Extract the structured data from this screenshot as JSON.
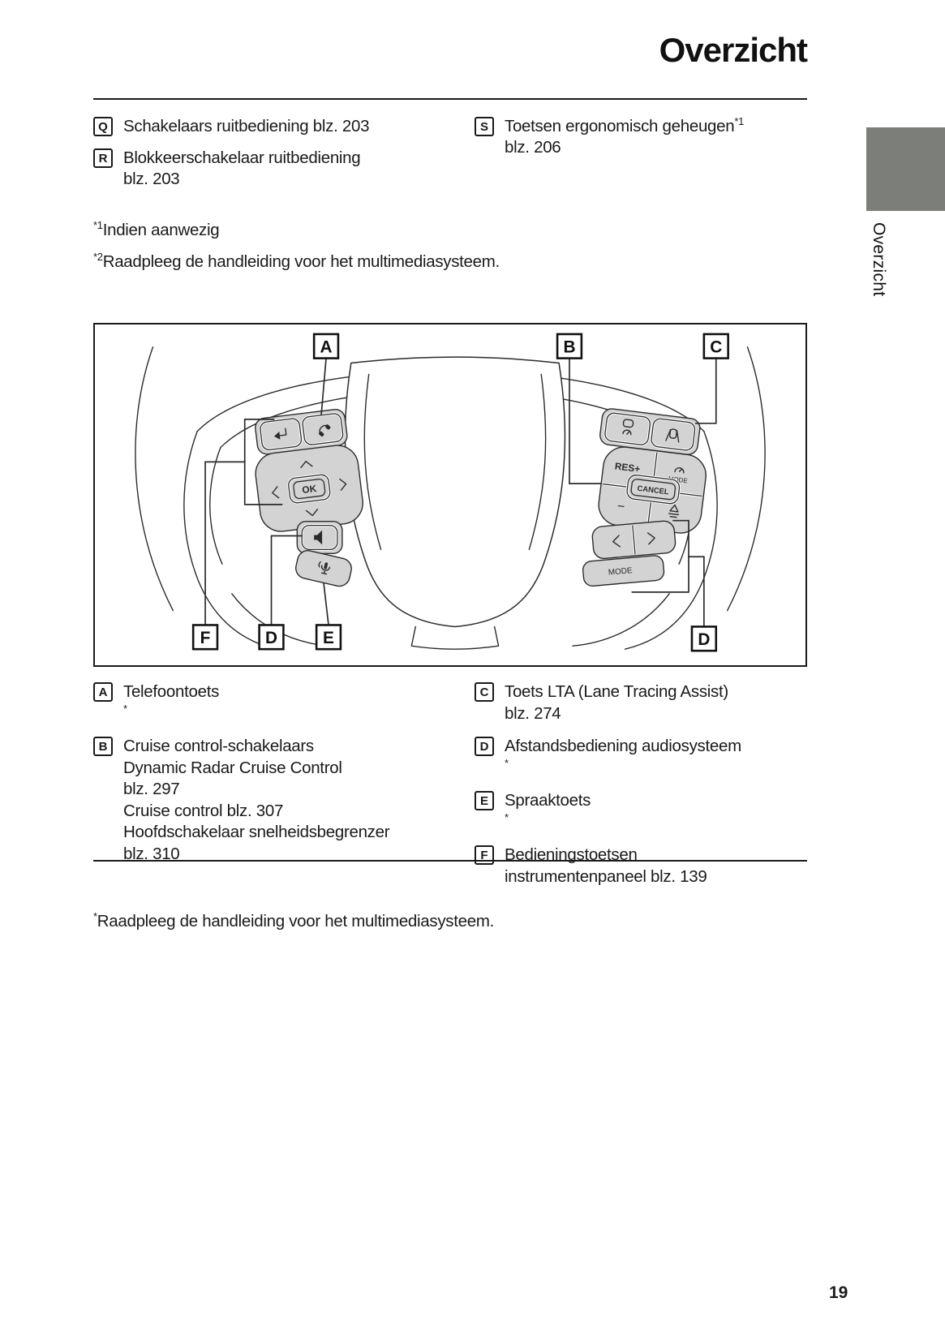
{
  "page": {
    "title": "Overzicht",
    "page_number": "19",
    "sidebar": {
      "label": "Overzicht",
      "tab_color": "#7b7e79"
    }
  },
  "header_items": {
    "q": {
      "marker": "Q",
      "text": "Schakelaars ruitbediening blz. 203"
    },
    "r": {
      "marker": "R",
      "line1": "Blokkeerschakelaar ruitbediening",
      "line2": "blz. 203"
    },
    "s": {
      "marker": "S",
      "line1": "Toetsen ergonomisch geheugen",
      "sup": "*1",
      "line2": "blz. 206"
    }
  },
  "footnotes": {
    "f1": {
      "sup": "*1",
      "text": "Indien aanwezig"
    },
    "f2": {
      "sup": "*2",
      "text": "Raadpleeg de handleiding voor het multimediasysteem."
    },
    "bottom": {
      "sup": "*",
      "text": "Raadpleeg de handleiding voor het multimediasysteem."
    }
  },
  "diagram": {
    "callouts": {
      "a": "A",
      "b": "B",
      "c": "C",
      "d": "D",
      "e": "E",
      "f": "F",
      "d2": "D"
    },
    "button_labels": {
      "ok": "OK",
      "res_plus": "RES+",
      "cancel": "CANCEL",
      "minus": "−",
      "mode_small": "MODE",
      "mode": "MODE"
    },
    "icons": {
      "back": "return-arrow",
      "phone": "handset",
      "up": "chevron-up",
      "down": "chevron-down",
      "left": "chevron-left",
      "right": "chevron-right",
      "volume": "speaker",
      "voice": "microphone-waves",
      "drcc": "car-with-speedometer",
      "lta": "car-between-lanes",
      "gauge": "speedometer",
      "limiter": "speed-limiter",
      "prev": "chevron-left",
      "next": "chevron-right"
    }
  },
  "legend": {
    "a": {
      "marker": "A",
      "text": "Telefoontoets",
      "sup": "*"
    },
    "b": {
      "marker": "B",
      "lines": [
        "Cruise control-schakelaars",
        "Dynamic Radar Cruise Control",
        "blz. 297",
        "Cruise control blz. 307",
        "Hoofdschakelaar snelheidsbegrenzer",
        "blz. 310"
      ]
    },
    "c": {
      "marker": "C",
      "lines": [
        "Toets LTA (Lane Tracing Assist)",
        "blz. 274"
      ]
    },
    "d": {
      "marker": "D",
      "text": "Afstandsbediening audiosysteem",
      "sup": "*"
    },
    "e": {
      "marker": "E",
      "text": "Spraaktoets",
      "sup": "*"
    },
    "f": {
      "marker": "F",
      "lines": [
        "Bedieningstoetsen",
        "instrumentenpaneel blz. 139"
      ]
    }
  }
}
